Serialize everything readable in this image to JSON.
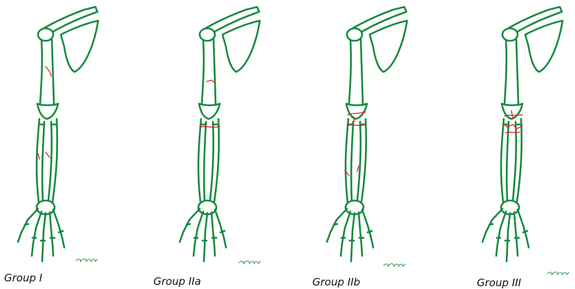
{
  "groups": [
    {
      "label": "Group I"
    },
    {
      "label": "Group IIa"
    },
    {
      "label": "Group IIb"
    },
    {
      "label": "Group III"
    }
  ],
  "colors": {
    "bone": "#178a3f",
    "fracture": "#e31b23",
    "background": "#ffffff"
  }
}
